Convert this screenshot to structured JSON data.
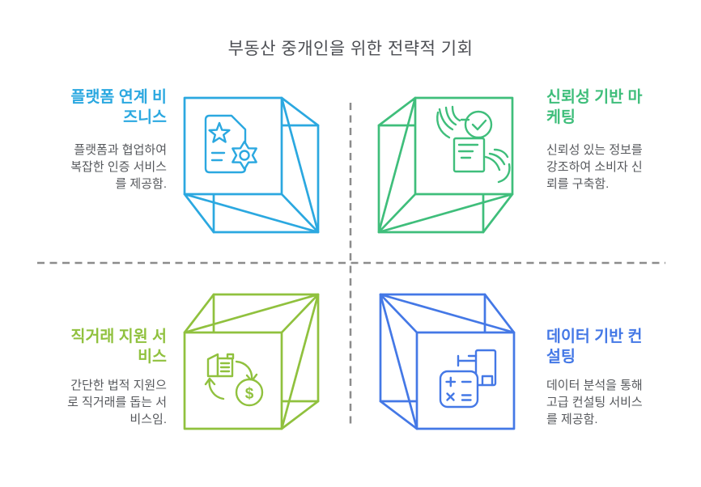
{
  "title": "부동산 중개인을 위한 전략적 기회",
  "colors": {
    "title_text": "#4C4E53",
    "body_text": "#56585C",
    "divider": "#8C8C8C",
    "platform_blue": "#2BA8E0",
    "trust_green": "#3FBE7B",
    "direct_olive": "#90C13E",
    "data_blue": "#4478E6"
  },
  "quadrants": {
    "top_left": {
      "heading": "플랫폼 연계 비\n즈니스",
      "description": "플랫폼과 협업하여\n복잡한 인증 서비스\n를 제공함.",
      "accent": "#2BA8E0",
      "icon": "document-gear-icon"
    },
    "top_right": {
      "heading": "신뢰성 기반 마\n케팅",
      "description": "신뢰성 있는 정보를\n강조하여 소비자 신\n뢰를 구축함.",
      "accent": "#3FBE7B",
      "icon": "hands-document-check-icon"
    },
    "bottom_left": {
      "heading": "직거래 지원 서\n비스",
      "description": "간단한 법적 지원으\n로 직거래를 돕는 서\n비스임.",
      "accent": "#90C13E",
      "icon": "currency-exchange-icon",
      "currency_symbol": "$"
    },
    "bottom_right": {
      "heading": "데이터 기반 컨\n설팅",
      "description": "데이터 분석을 통해\n고급 컨설팅 서비스\n를 제공함.",
      "accent": "#4478E6",
      "icon": "calculator-document-icon"
    }
  }
}
